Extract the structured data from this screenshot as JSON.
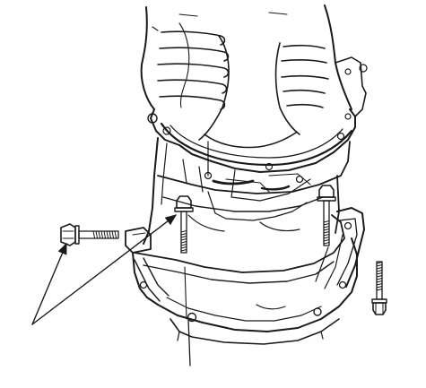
{
  "diagram": {
    "kind": "technical line drawing",
    "colors": {
      "line": "#1a1a1a",
      "background": "#ffffff"
    },
    "callouts": [
      {
        "name": "arrow-to-horizontal-bolt"
      },
      {
        "name": "arrow-to-vertical-bolt"
      }
    ],
    "parts": [
      {
        "name": "transmission-case"
      },
      {
        "name": "engine-block-ribs"
      },
      {
        "name": "adapter-plate"
      },
      {
        "name": "oil-pan"
      },
      {
        "name": "bolt-horizontal-left"
      },
      {
        "name": "bolt-vertical-center"
      },
      {
        "name": "bolt-vertical-right"
      },
      {
        "name": "bolt-vertical-right-lower"
      }
    ]
  }
}
